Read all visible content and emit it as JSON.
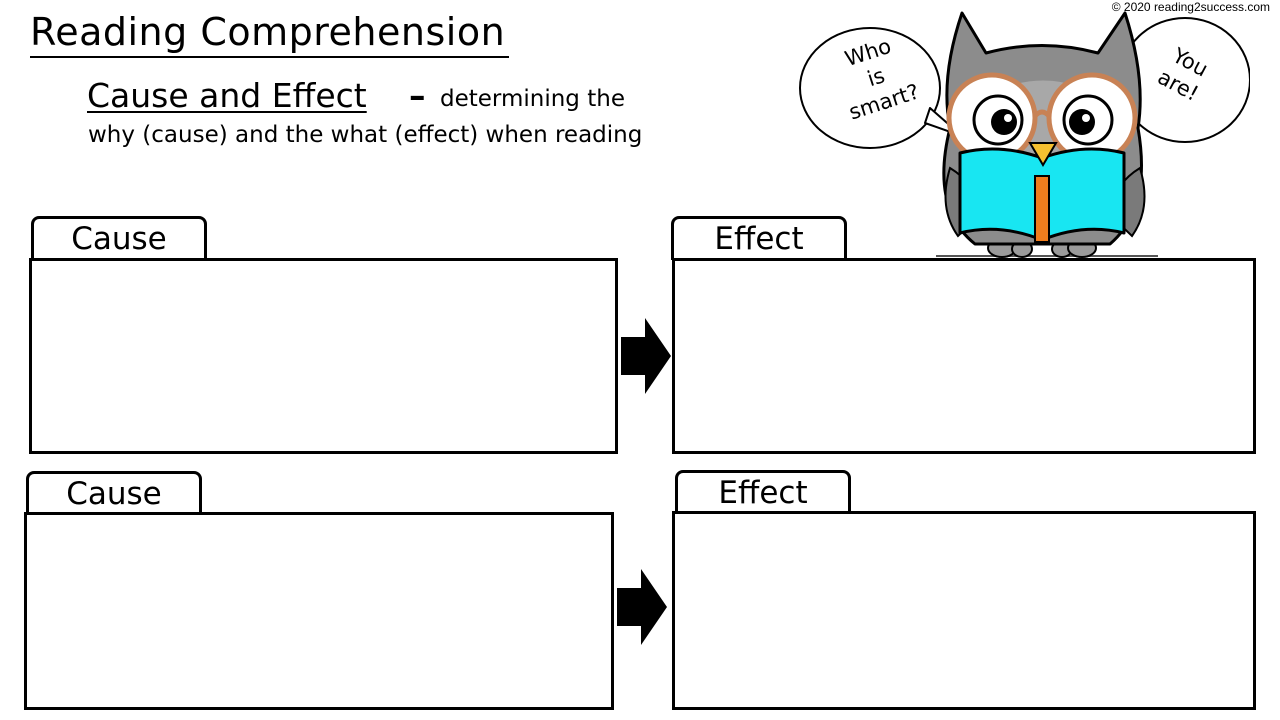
{
  "copyright": "© 2020 reading2success.com",
  "title": "Reading Comprehension",
  "subtitle": "Cause and Effect",
  "dash": "–",
  "description_line1": "determining the",
  "description_line2": "why (cause) and the what (effect) when reading",
  "owl": {
    "left_bubble": [
      "Who",
      "is",
      "smart?"
    ],
    "right_bubble": [
      "You",
      "are!"
    ],
    "colors": {
      "body": "#8c8c8c",
      "book": "#18e6f2",
      "bookmark": "#f07d1e",
      "glasses": "#c88255",
      "beak": "#f5c030"
    }
  },
  "organizer": [
    {
      "cause_label": "Cause",
      "effect_label": "Effect",
      "cause_text": "",
      "effect_text": ""
    },
    {
      "cause_label": "Cause",
      "effect_label": "Effect",
      "cause_text": "",
      "effect_text": ""
    }
  ]
}
